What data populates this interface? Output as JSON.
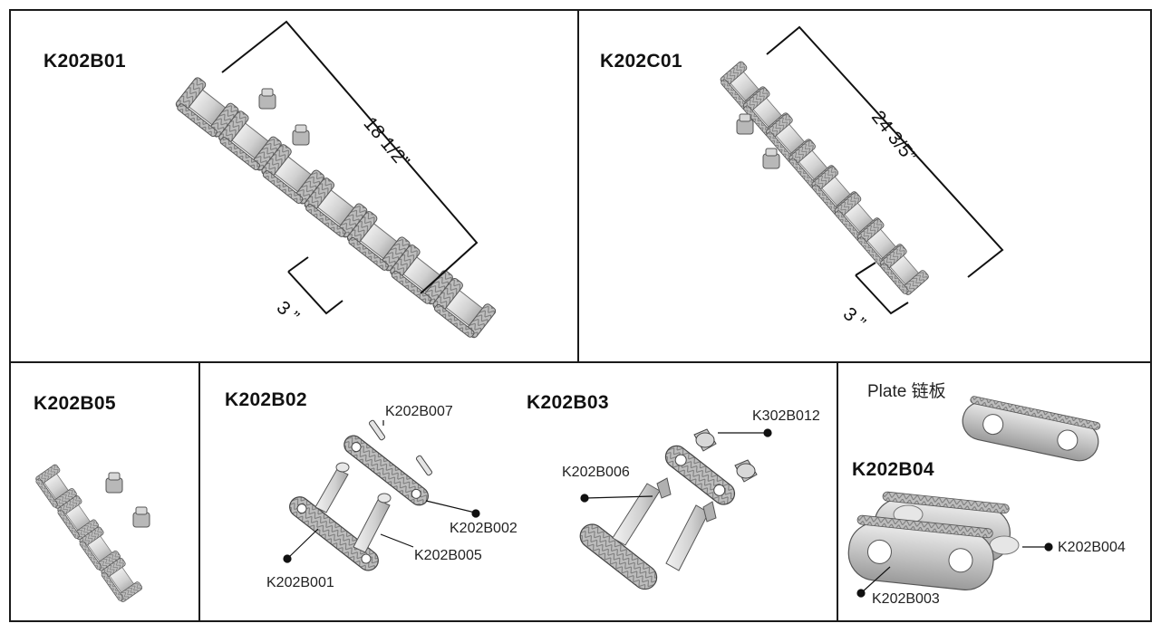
{
  "panels": {
    "p1": {
      "model": "K202B01",
      "length": "18 1/2”",
      "pitch": "3 ”"
    },
    "p2": {
      "model": "K202C01",
      "length": "24 3/5”",
      "pitch": "3 ”"
    },
    "p3": {
      "model": "K202B05"
    },
    "p4": {
      "model": "K202B02",
      "callouts": {
        "pin": "K202B007",
        "plate": "K202B002",
        "pin_link": "K202B005",
        "pin_plate": "K202B001"
      }
    },
    "p5": {
      "model": "K202B03",
      "callouts": {
        "nut": "K302B012",
        "bolt": "K202B006"
      }
    },
    "p6": {
      "plate_label": "Plate 链板",
      "model": "K202B04",
      "callouts": {
        "roller": "K202B004",
        "plate": "K202B003"
      }
    }
  },
  "colors": {
    "line": "#1a1a1a",
    "metal": "#c8c8c8",
    "metal_dark": "#8a8a8a",
    "metal_light": "#e6e6e6"
  }
}
